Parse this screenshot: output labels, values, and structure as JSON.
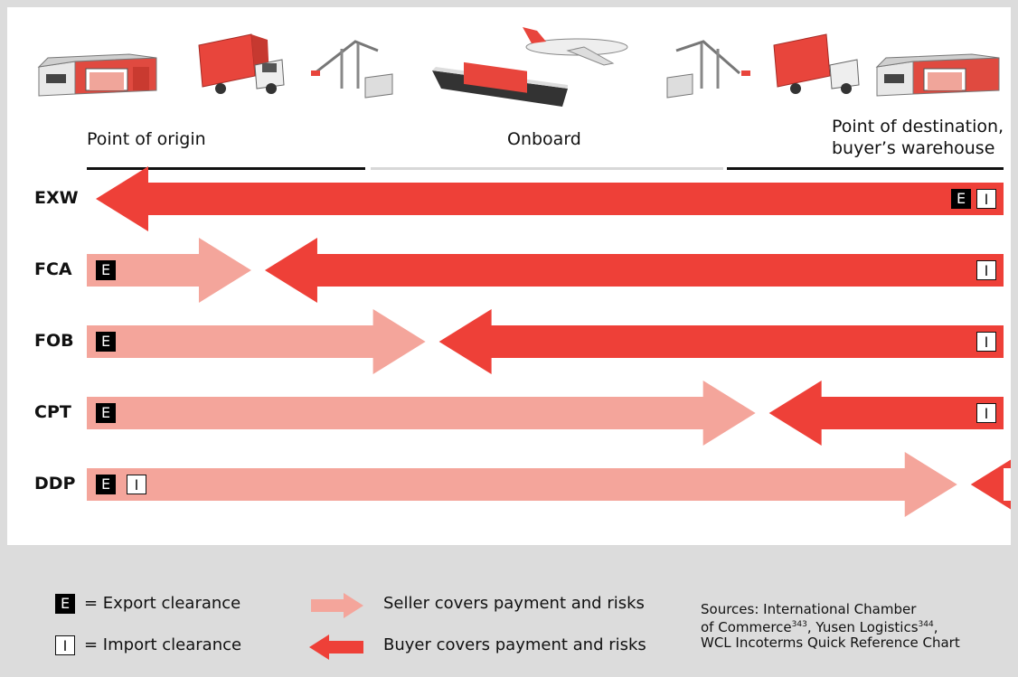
{
  "zones": {
    "origin": "Point of origin",
    "onboard": "Onboard",
    "destination_line1": "Point of destination,",
    "destination_line2": "buyer’s warehouse"
  },
  "rows": [
    {
      "code": "EXW",
      "seller_share": 0.0,
      "export_by": "buyer",
      "import_by": "buyer"
    },
    {
      "code": "FCA",
      "seller_share": 0.14,
      "export_by": "seller",
      "import_by": "buyer"
    },
    {
      "code": "FOB",
      "seller_share": 0.33,
      "export_by": "seller",
      "import_by": "buyer"
    },
    {
      "code": "CPT",
      "seller_share": 0.69,
      "export_by": "seller",
      "import_by": "buyer"
    },
    {
      "code": "DDP",
      "seller_share": 0.91,
      "export_by": "seller",
      "import_by": "seller"
    }
  ],
  "box_letters": {
    "export": "E",
    "import": "I"
  },
  "legend": {
    "export": "= Export clearance",
    "import": "= Import clearance",
    "seller": "Seller covers payment and risks",
    "buyer": "Buyer covers payment and risks"
  },
  "sources": {
    "line1": "Sources: International Chamber",
    "line2a": "of Commerce",
    "sup1": "343",
    "line2b": ", Yusen Logistics",
    "sup2": "344",
    "line2c": ",",
    "line3": "WCL Incoterms Quick Reference Chart"
  },
  "colors": {
    "seller": "#f4a59b",
    "buyer": "#ee4038",
    "background": "#dcdcdc",
    "zone_line_dark": "#111111",
    "zone_line_light": "#d8d8d8"
  },
  "icons": [
    "warehouse-icon",
    "truck-icon",
    "port-crane-icon",
    "cargo-ship-icon",
    "airplane-icon",
    "port-crane-icon",
    "truck-icon",
    "warehouse-icon"
  ]
}
